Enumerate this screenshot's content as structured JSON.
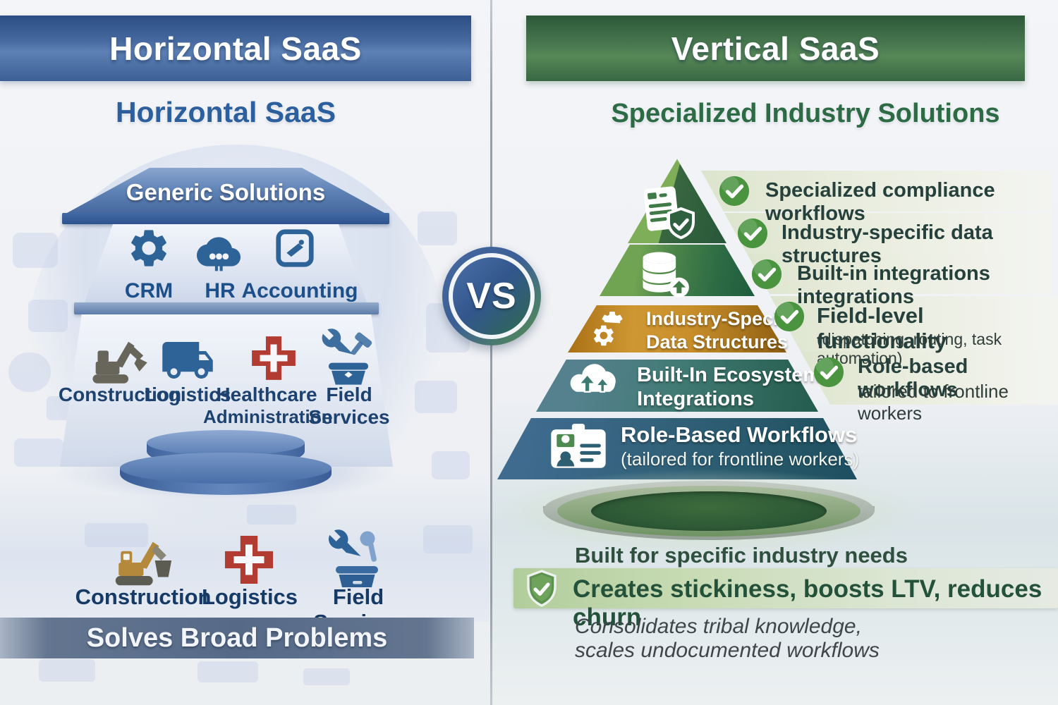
{
  "left_panel": {
    "header": "Horizontal SaaS",
    "subtitle": "Horizontal SaaS",
    "platform_label": "Generic Solutions",
    "apps": [
      {
        "label": "CRM",
        "icon": "gear-icon"
      },
      {
        "label": "HR",
        "icon": "cloud-icon"
      },
      {
        "label": "Accounting",
        "icon": "accounting-icon"
      }
    ],
    "industries": [
      {
        "label": "Construction",
        "label2": "",
        "icon": "excavator-icon"
      },
      {
        "label": "Logistics",
        "label2": "",
        "icon": "truck-icon"
      },
      {
        "label": "Healthcare",
        "label2": "Administration",
        "icon": "medical-cross-icon"
      },
      {
        "label": "Field Services",
        "label2": "",
        "icon": "tools-icon"
      }
    ],
    "bottom_industries": [
      {
        "label": "Construction",
        "icon": "excavator-icon"
      },
      {
        "label": "Logistics",
        "icon": "medical-cross-icon"
      },
      {
        "label": "Field Services",
        "icon": "tools-icon"
      }
    ],
    "footer_banner": "Solves Broad Problems"
  },
  "vs_label": "VS",
  "right_panel": {
    "header": "Vertical SaaS",
    "subtitle": "Specialized Industry Solutions",
    "pyramid": {
      "layer3_line1": "Industry-Specific",
      "layer3_line2": "Data Structures",
      "layer4_line1": "Built-In Ecosystem",
      "layer4_line2": "Integrations",
      "layer5_line1": "Role-Based Workflows",
      "layer5_line2": "(tailored for frontline workers)"
    },
    "checklist": [
      {
        "title": "Specialized compliance workflows",
        "subtitle": ""
      },
      {
        "title": "Industry-specific data structures",
        "subtitle": ""
      },
      {
        "title": "Built-in integrations integrations",
        "subtitle": ""
      },
      {
        "title": "Field-level functionality",
        "subtitle": "(dispatching, routing, task automation)"
      },
      {
        "title": "Role-based workflows",
        "subtitle": "tailored to frontline workers"
      }
    ],
    "platform_caption": "Built for specific industry needs",
    "benefit_banner": "Creates stickiness, boosts LTV, reduces churn",
    "footnote_line1": "Consolidates tribal knowledge,",
    "footnote_line2": "scales undocumented workflows"
  },
  "colors": {
    "blue_accent": "#2e5f9c",
    "green_accent": "#2c6b45",
    "orange_layer": "#c08a22",
    "teal_layer": "#3d7a72",
    "dark_layer": "#2d5f72",
    "check_green": "#4a9440",
    "cross_red": "#b23c31",
    "icon_blue": "#2e6398"
  }
}
